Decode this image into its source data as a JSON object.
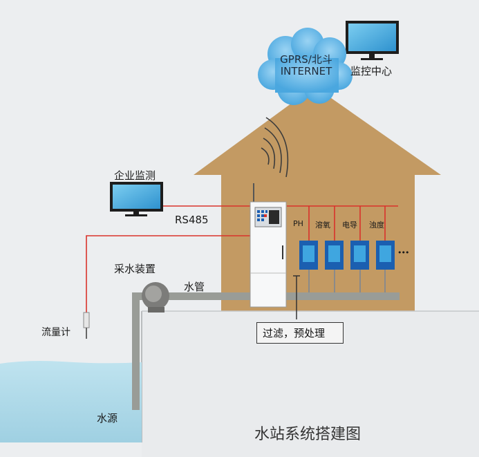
{
  "cloud": {
    "line1": "GPRS/北斗",
    "line2": "INTERNET"
  },
  "labels": {
    "monitor_center": "监控中心",
    "enterprise_monitor": "企业监测",
    "rs485": "RS485",
    "sampling_device": "采水装置",
    "water_pipe": "水管",
    "flowmeter": "流量计",
    "filter": "过滤，预处理",
    "water_source": "水源",
    "title": "水站系统搭建图"
  },
  "sensors": [
    "PH",
    "溶氧",
    "电导",
    "浊度"
  ],
  "more_indicator": "•••",
  "colors": {
    "house": "#c39a63",
    "wire": "#d9322b",
    "pipe": "#9a9d98",
    "water": "#a9d6e6",
    "cloud": "#67b8e6",
    "screen": "#3aa6d8",
    "sensor": "#1b5fb0"
  }
}
